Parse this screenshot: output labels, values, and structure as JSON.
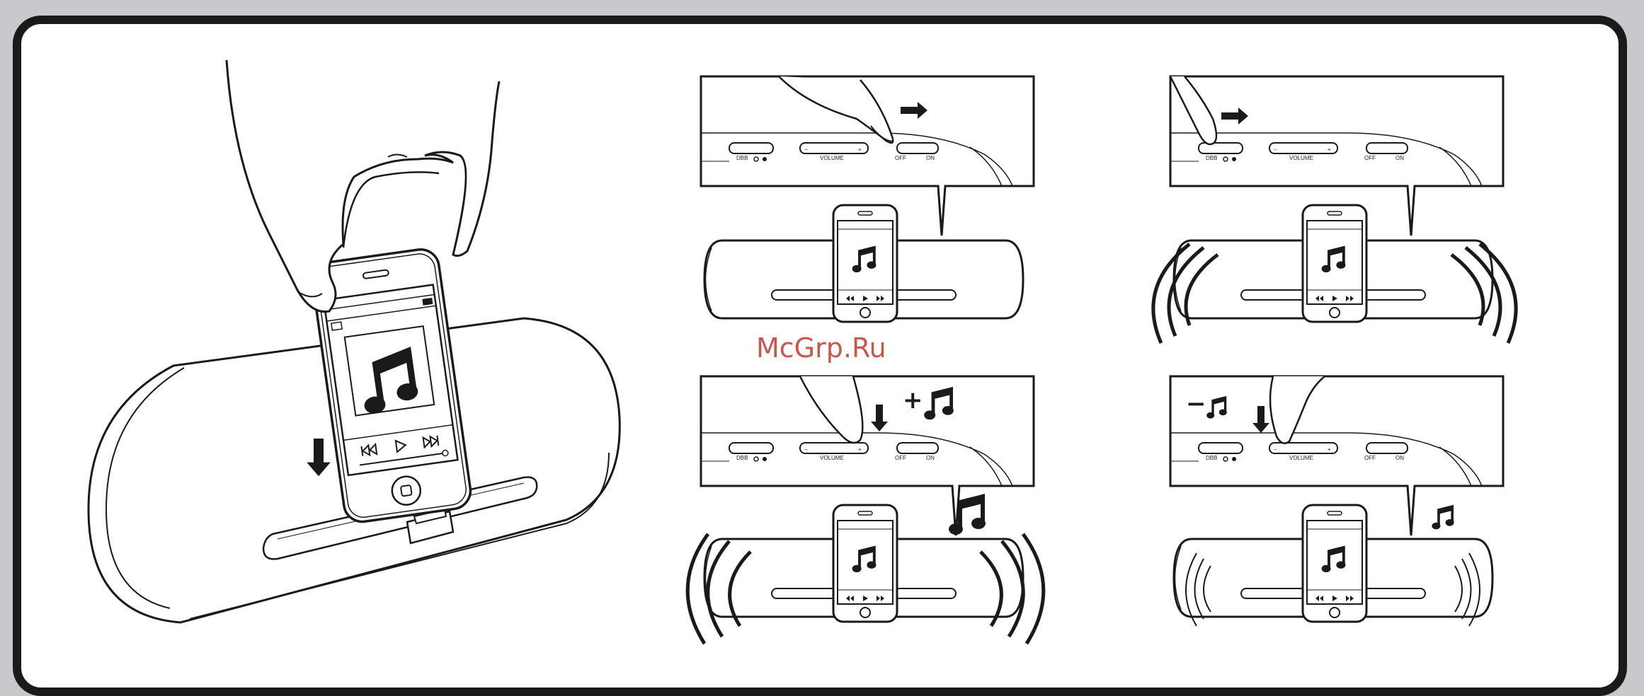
{
  "watermark": "McGrp.Ru",
  "labels": {
    "dbb": "DBB",
    "volume": "VOLUME",
    "minus": "−",
    "plus": "+",
    "off": "OFF",
    "on": "ON"
  },
  "panels": [
    {
      "id": "power-on",
      "action": "slide-right",
      "target": "power-switch",
      "sound": "none"
    },
    {
      "id": "dbb-on",
      "action": "slide-right",
      "target": "dbb-switch",
      "sound": "bass-waves"
    },
    {
      "id": "volume-up",
      "action": "press",
      "target": "volume-plus",
      "sound": "loud",
      "symbol": "+"
    },
    {
      "id": "volume-down",
      "action": "press",
      "target": "volume-minus",
      "sound": "soft",
      "symbol": "−"
    }
  ],
  "colors": {
    "ink": "#1a1a1a",
    "frame": "#1a1a1a",
    "background": "#c8c9cc",
    "panel": "#ffffff",
    "watermark": "#c0392b"
  }
}
